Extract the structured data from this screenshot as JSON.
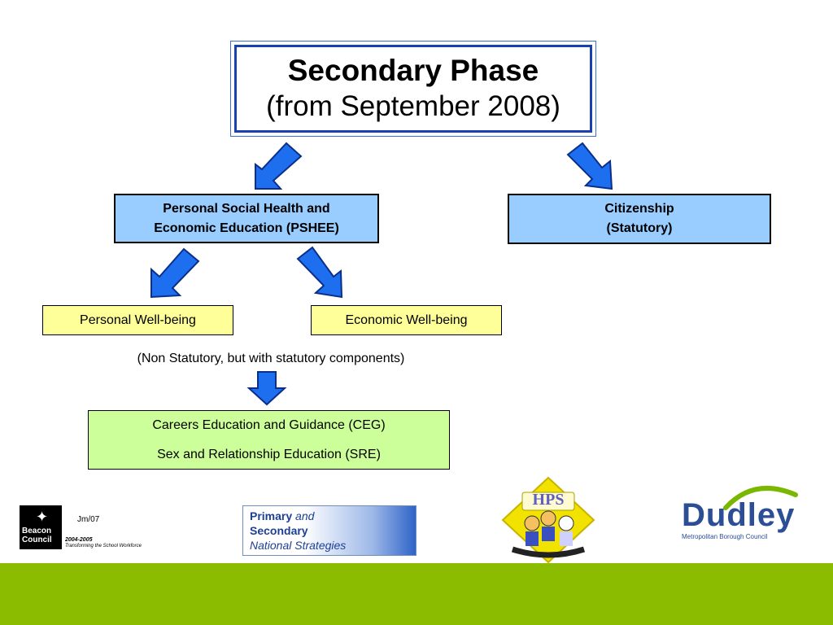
{
  "title": {
    "main": "Secondary Phase",
    "sub": "(from September 2008)"
  },
  "boxes": {
    "pshee": {
      "line1": "Personal Social Health and",
      "line2": "Economic Education (PSHEE)"
    },
    "citizenship": {
      "line1": "Citizenship",
      "line2": "(Statutory)"
    },
    "personal": "Personal Well-being",
    "economic": "Economic Well-being",
    "note": "(Non Statutory, but with statutory components)",
    "ceg": {
      "line1": "Careers Education and Guidance (CEG)",
      "line2": "Sex and Relationship Education (SRE)"
    }
  },
  "footer": {
    "beacon": {
      "name_line1": "Beacon",
      "name_line2": "Council",
      "years": "2004-2005",
      "tagline": "Transforming the School Workforce"
    },
    "jm": "Jm/07",
    "strategies": {
      "primary": "Primary",
      "and": " and",
      "secondary": "Secondary",
      "national": "National Strategies"
    },
    "hps": {
      "letters": "HPS"
    },
    "dudley": {
      "name": "Dudley",
      "subtitle": "Metropolitan Borough Council"
    }
  },
  "colors": {
    "arrow": "#1e6ff0",
    "box_blue": "#99ccff",
    "box_yellow": "#ffff99",
    "box_green": "#ccff99",
    "footer_green": "#8cbc00",
    "title_border": "#1a3fae"
  }
}
